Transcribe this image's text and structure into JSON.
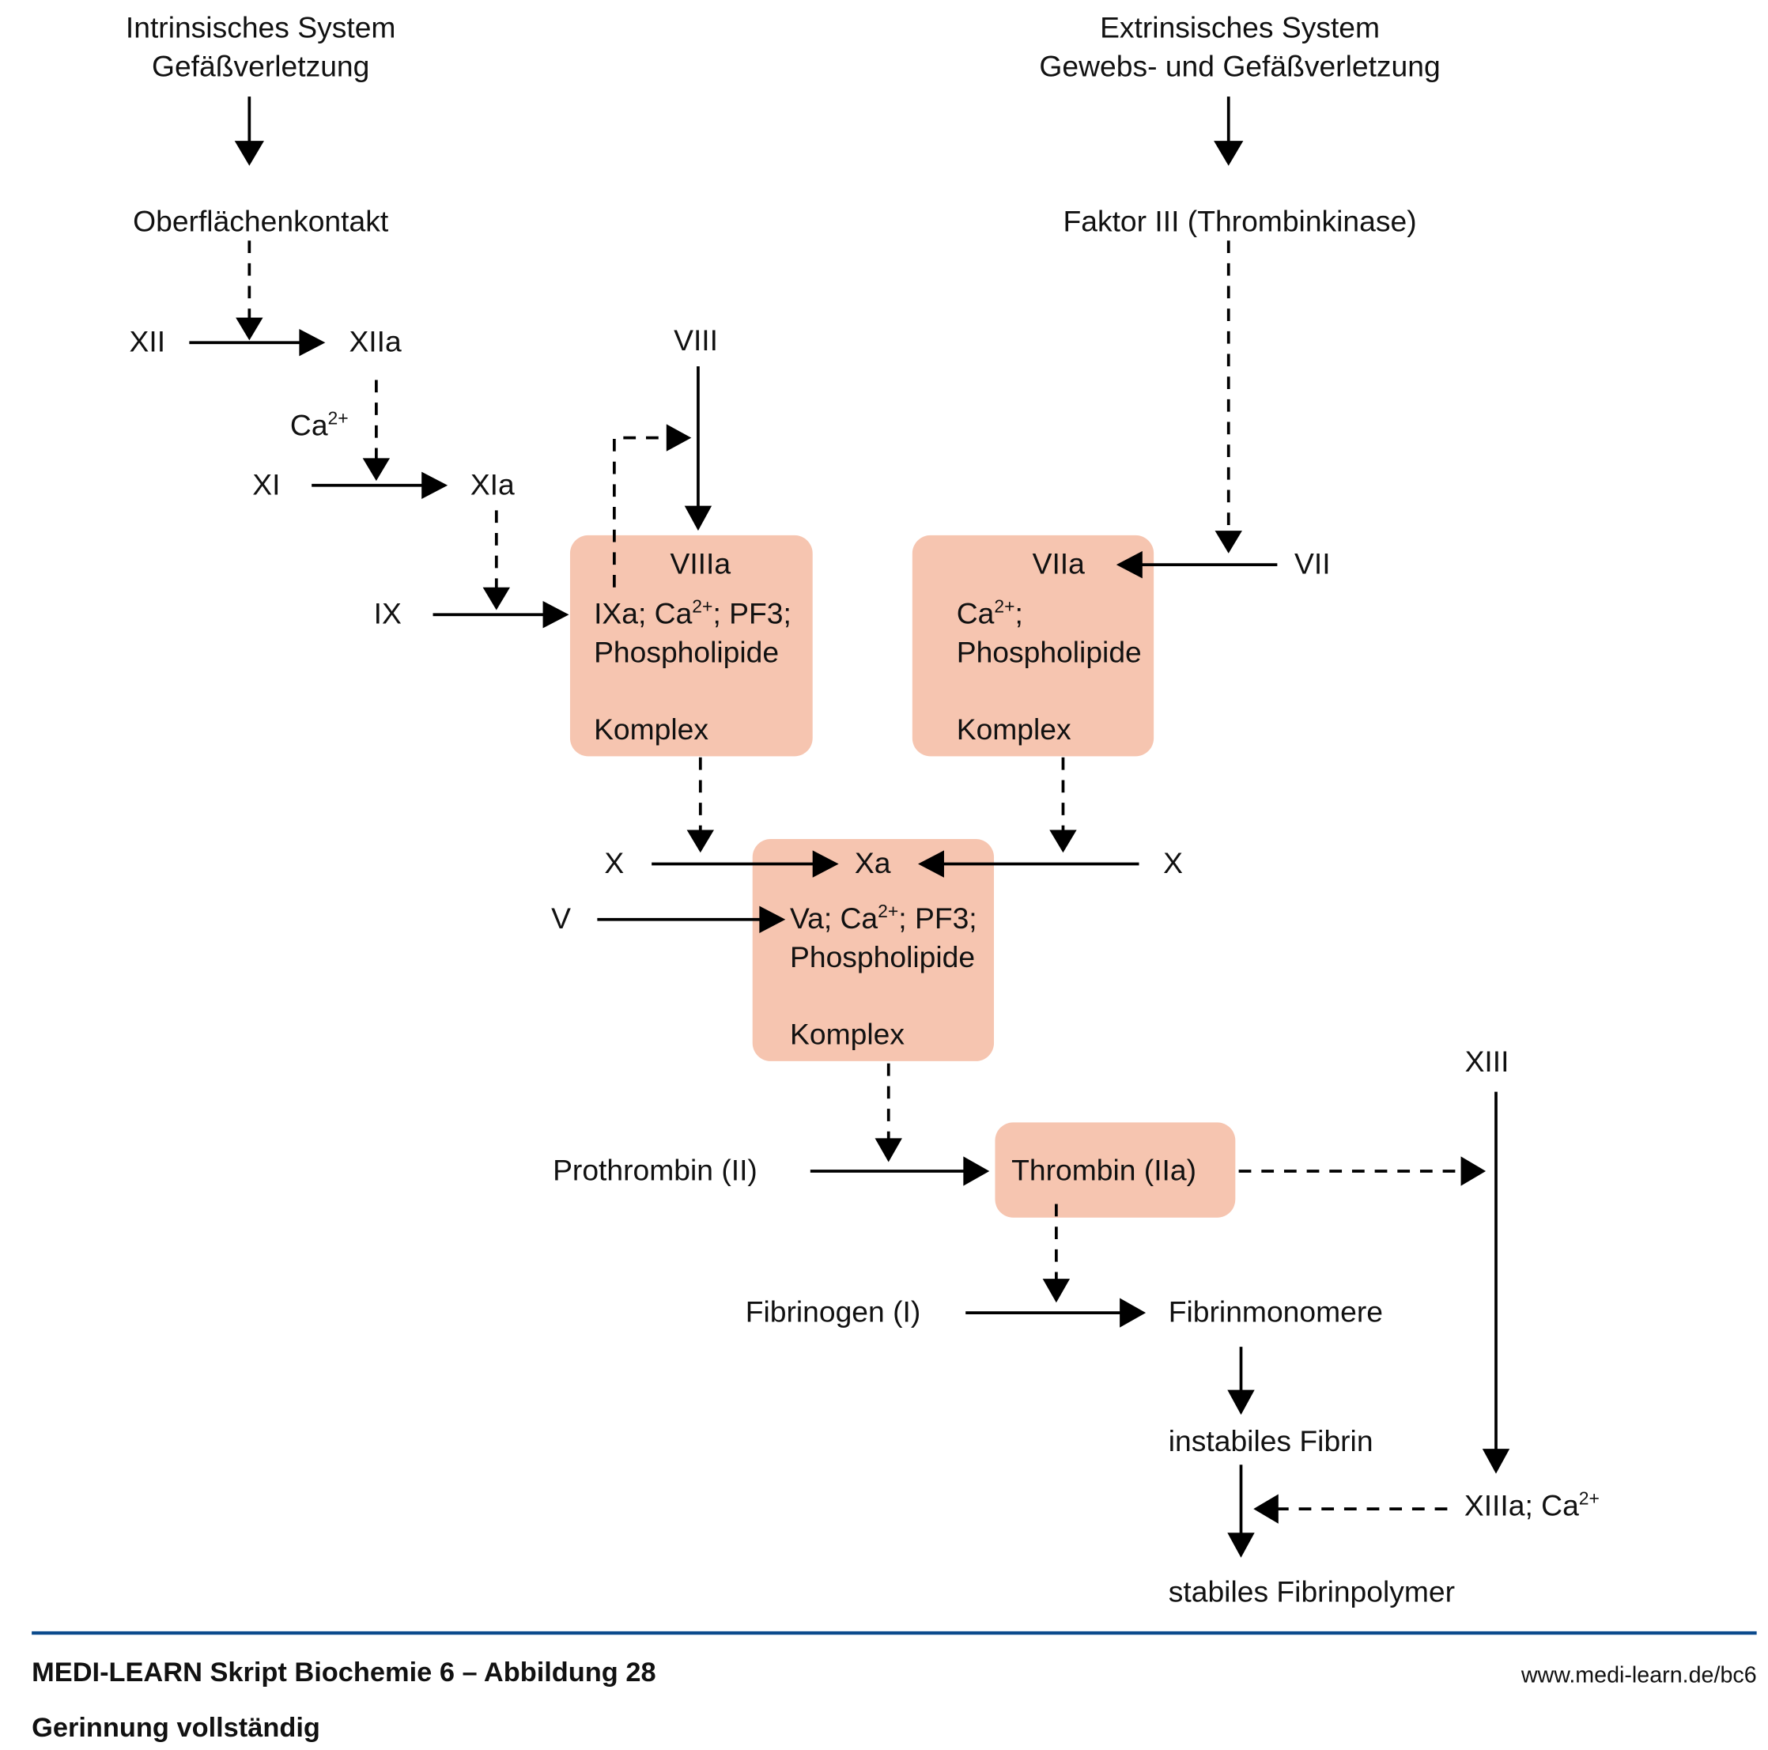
{
  "diagram": {
    "title_intrinsic": [
      "Intrinsisches System",
      "Gefäßverletzung"
    ],
    "title_extrinsic": [
      "Extrinsisches System",
      "Gewebs- und Gefäßverletzung"
    ],
    "surface_contact": "Oberflächenkontakt",
    "factor_iii": "Faktor III (Thrombinkinase)",
    "xii": "XII",
    "xiia": "XIIa",
    "ca_label": "Ca",
    "ca_sup": "2+",
    "xi": "XI",
    "xia": "XIa",
    "ix": "IX",
    "viii": "VIII",
    "vii": "VII",
    "x_left": "X",
    "x_right": "X",
    "v": "V",
    "box_intrinsic": {
      "title": "VIIIa",
      "line1_pre": "IXa; Ca",
      "line1_sup": "2+",
      "line1_post": "; PF3;",
      "line2": "Phospholipide",
      "line3": "Komplex"
    },
    "box_extrinsic": {
      "title": "VIIa",
      "line1_pre": "Ca",
      "line1_sup": "2+",
      "line1_post": ";",
      "line2": "Phospholipide",
      "line3": "Komplex"
    },
    "box_xa": {
      "title": "Xa",
      "line1_pre": "Va; Ca",
      "line1_sup": "2+",
      "line1_post": "; PF3;",
      "line2": "Phospholipide",
      "line3": "Komplex"
    },
    "prothrombin": "Prothrombin (II)",
    "thrombin": "Thrombin (IIa)",
    "xiii": "XIII",
    "fibrinogen": "Fibrinogen (I)",
    "fibrinmonomere": "Fibrinmonomere",
    "instabiles_fibrin": "instabiles Fibrin",
    "stabiles_fibrin": "stabiles Fibrinpolymer",
    "xiiia_pre": "XIIIa; Ca",
    "xiiia_sup": "2+"
  },
  "footer": {
    "title": "MEDI-LEARN Skript Biochemie 6 – Abbildung 28",
    "subtitle": "Gerinnung vollständig",
    "url": "www.medi-learn.de/bc6"
  },
  "colors": {
    "complex_fill": "#f6c5b0",
    "rule": "#0b4a8c"
  }
}
